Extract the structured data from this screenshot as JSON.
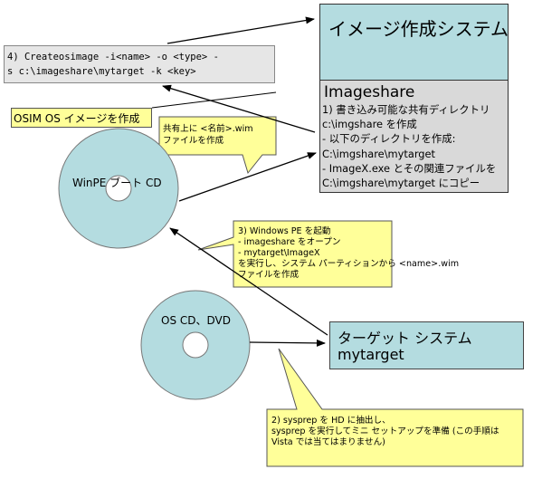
{
  "system_box": {
    "title": "イメージ作成システム"
  },
  "imageshare_box": {
    "title": "Imageshare",
    "lines": [
      "1) 書き込み可能な共有ディレクトリ",
      "c:\\imgshare を作成",
      "- 以下のディレクトリを作成:",
      "C:\\imgshare\\mytarget",
      "- ImageX.exe とその関連ファイルを",
      "C:\\imgshare\\mytarget にコピー"
    ]
  },
  "command_box": {
    "line1": "4) Createosimage  -i<name> -o <type> -",
    "line2": "s c:\\imageshare\\mytarget -k <key>"
  },
  "osim_callout": {
    "text": "OSIM OS イメージを作成"
  },
  "share_note": {
    "line1": "共有上に <名前>.wim",
    "line2": "ファイルを作成"
  },
  "winpe_disc": {
    "label": "WinPE ブート CD"
  },
  "os_disc": {
    "label": "OS CD、DVD"
  },
  "winpe_note": {
    "lines": [
      "3) Windows PE を起動",
      "- imageshare をオープン",
      "- mytarget\\ImageX",
      "を実行し、システム パーティションから <name>.wim",
      "ファイルを作成"
    ]
  },
  "target_box": {
    "line1": "ターゲット システム",
    "line2": "mytarget"
  },
  "sysprep_note": {
    "lines": [
      "2) sysprep を HD に抽出し、",
      "sysprep を実行してミニ セットアップを準備 (この手順は",
      "Vista では当てはまりません)"
    ]
  },
  "colors": {
    "system_fill": "#b4dce0",
    "share_fill": "#d9d9d9",
    "note_fill": "#ffff99",
    "disc_fill": "#b4dce0",
    "command_fill": "#e6e6e6"
  }
}
